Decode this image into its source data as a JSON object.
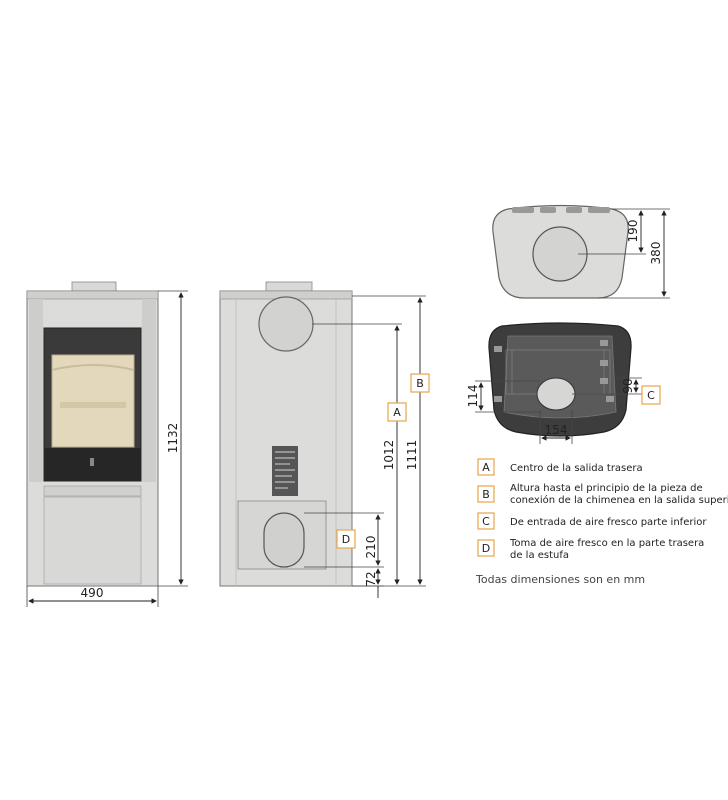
{
  "colors": {
    "accent": "#e9a34b",
    "steel": "#d7d8d6",
    "dark": "#404040",
    "cream": "#e5dbc0"
  },
  "dimensions": {
    "height_total": "1132",
    "width": "490",
    "a_height": "1012",
    "b_height": "1111",
    "d_height": "210",
    "d_base": "72",
    "top_offset": "190",
    "top_depth": "380",
    "bottom_offset": "90",
    "bottom_height": "114",
    "bottom_width": "154"
  },
  "markers": {
    "a": "A",
    "b": "B",
    "c": "C",
    "d": "D"
  },
  "legend": [
    {
      "key": "A",
      "lines": [
        "Centro de la salida trasera"
      ]
    },
    {
      "key": "B",
      "lines": [
        "Altura hasta el principio de la pieza de",
        "conexión de la chimenea en la salida superior"
      ]
    },
    {
      "key": "C",
      "lines": [
        "De entrada de aire fresco parte inferior"
      ]
    },
    {
      "key": "D",
      "lines": [
        "Toma de aire fresco en la parte trasera",
        "de la estufa"
      ]
    }
  ],
  "note": "Todas dimensiones son en mm"
}
